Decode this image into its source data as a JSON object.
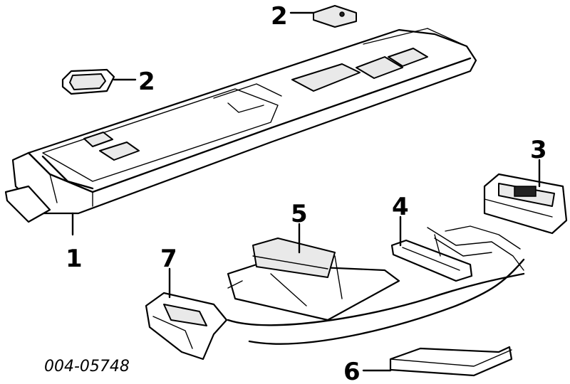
{
  "diagram": {
    "part_code": "004-05748",
    "callouts": [
      {
        "id": "1",
        "label": "1"
      },
      {
        "id": "2a",
        "label": "2"
      },
      {
        "id": "2b",
        "label": "2"
      },
      {
        "id": "3",
        "label": "3"
      },
      {
        "id": "4",
        "label": "4"
      },
      {
        "id": "5",
        "label": "5"
      },
      {
        "id": "6",
        "label": "6"
      },
      {
        "id": "7",
        "label": "7"
      }
    ]
  }
}
